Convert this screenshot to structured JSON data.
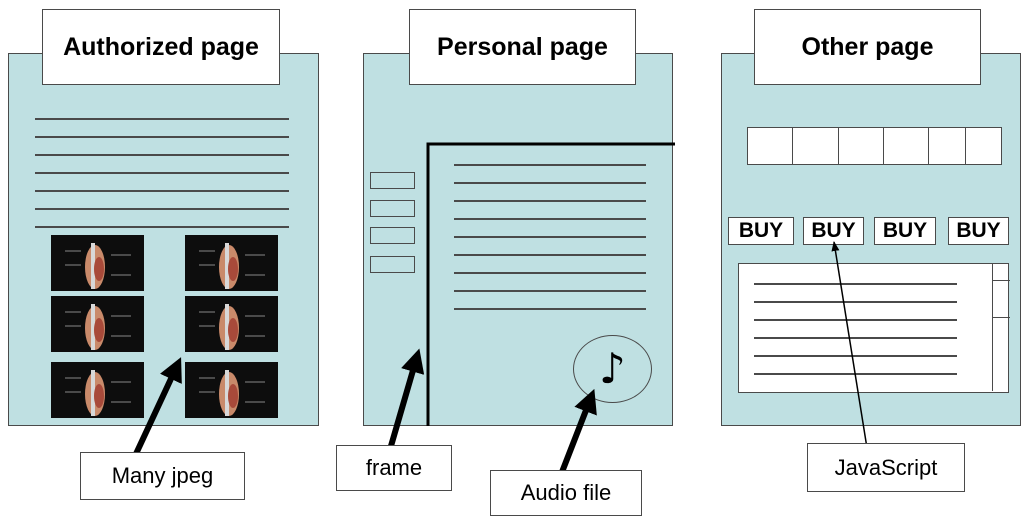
{
  "pages": [
    {
      "title": "Authorized page"
    },
    {
      "title": "Personal page"
    },
    {
      "title": "Other page"
    }
  ],
  "buy_buttons": [
    "BUY",
    "BUY",
    "BUY",
    "BUY"
  ],
  "callouts": {
    "many_jpeg": "Many jpeg",
    "frame": "frame",
    "audio_file": "Audio file",
    "javascript": "JavaScript"
  },
  "audio_glyph": "♪",
  "colors": {
    "page_fill": "#bfe0e2",
    "border": "#4a4a4a"
  },
  "icons": {
    "audio": "music-note-icon",
    "thumbnail": "anatomy-image-icon"
  }
}
